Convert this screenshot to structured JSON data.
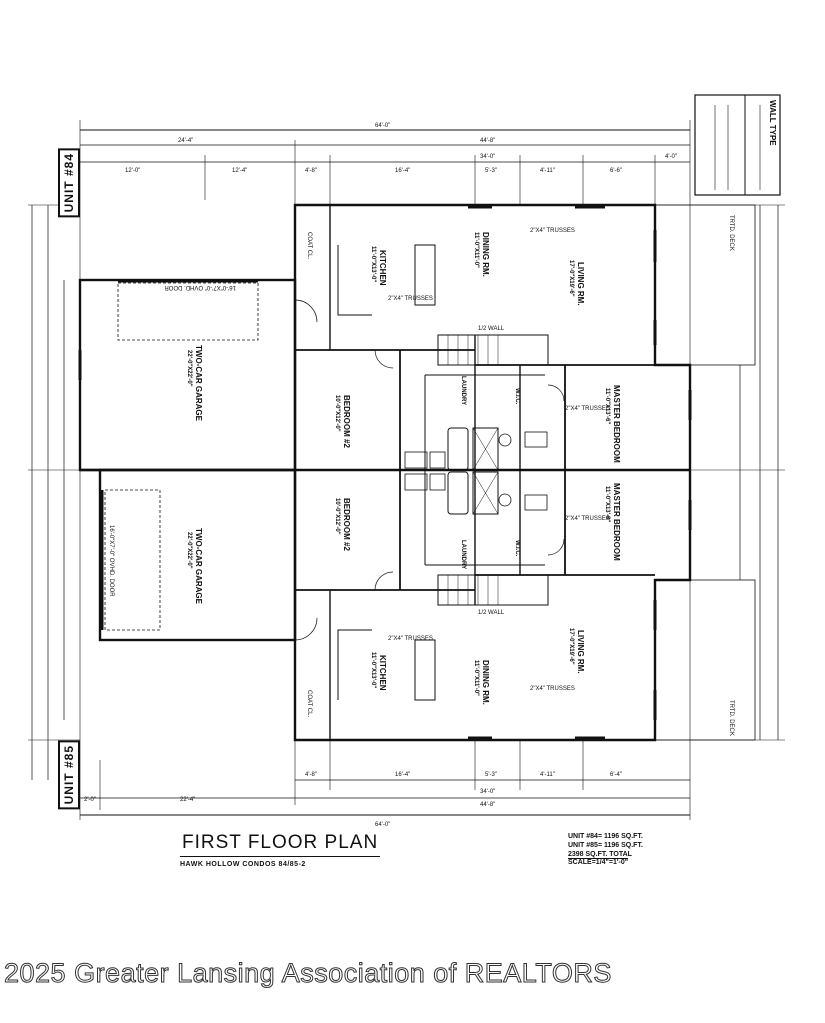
{
  "title": "FIRST FLOOR PLAN",
  "subtitle": "HAWK HOLLOW CONDOS 84/85-2",
  "units": {
    "top": "UNIT #84",
    "bottom": "UNIT #85"
  },
  "sqft_lines": [
    "UNIT #84= 1196 SQ.FT.",
    "UNIT #85= 1196 SQ.FT.",
    "2398 SQ.FT. TOTAL"
  ],
  "scale": "SCALE=1/4\"=1'-0\"",
  "legend": {
    "heading": "WALL TYPE"
  },
  "dimensions": {
    "overall": "64'-0\"",
    "left_segment": "24'-4\"",
    "right_segment": "44'-8\"",
    "mid_segment": "34'-0\"",
    "top_row": [
      "12'-0\"",
      "12'-4\"",
      "4'-8\"",
      "16'-4\"",
      "5'-3\"",
      "4'-11\"",
      "6'-6\"",
      "4'-0\""
    ],
    "bottom_row": [
      "4'-8\"",
      "16'-4\"",
      "5'-3\"",
      "4'-11\"",
      "6'-4\""
    ],
    "bottom_left": [
      "2'-0\"",
      "22'-4\""
    ]
  },
  "rooms": {
    "top": [
      {
        "id": "kitchen",
        "name": "KITCHEN",
        "size": "11'-0\"X13'-0\""
      },
      {
        "id": "dining",
        "name": "DINING RM.",
        "size": "11'-0\"X11'-0\""
      },
      {
        "id": "living",
        "name": "LIVING RM.",
        "size": "17'-0\"X19'-6\""
      },
      {
        "id": "garage",
        "name": "TWO-CAR GARAGE",
        "size": "22'-0\"X22'-0\""
      },
      {
        "id": "bedroom2",
        "name": "BEDROOM #2",
        "size": "10'-0\"X12'-0\""
      },
      {
        "id": "master",
        "name": "MASTER BEDROOM",
        "size": "11'-0\"X13'-6\""
      },
      {
        "id": "laundry",
        "name": "LAUNDRY"
      },
      {
        "id": "wic",
        "name": "W.I.C."
      }
    ],
    "bottom": [
      {
        "id": "kitchen",
        "name": "KITCHEN",
        "size": "11'-0\"X13'-0\""
      },
      {
        "id": "dining",
        "name": "DINING RM.",
        "size": "11'-0\"X11'-0\""
      },
      {
        "id": "living",
        "name": "LIVING RM.",
        "size": "17'-0\"X19'-6\""
      },
      {
        "id": "garage",
        "name": "TWO-CAR GARAGE",
        "size": "22'-0\"X22'-0\""
      },
      {
        "id": "bedroom2",
        "name": "BEDROOM #2",
        "size": "10'-0\"X12'-0\""
      },
      {
        "id": "master",
        "name": "MASTER BEDROOM",
        "size": "11'-0\"X13'-6\""
      },
      {
        "id": "laundry",
        "name": "LAUNDRY"
      },
      {
        "id": "wic",
        "name": "W.I.C."
      }
    ]
  },
  "notes": {
    "garage_door": "16'-0\"X7'-0\" OVHD. DOOR",
    "trusses": "2\"X4\" TRUSSES",
    "wall": "1/2 WALL",
    "deck": "TRTD. DECK",
    "coat": "COAT CL."
  },
  "copyright": "2025 Greater Lansing Association of REALTORS"
}
